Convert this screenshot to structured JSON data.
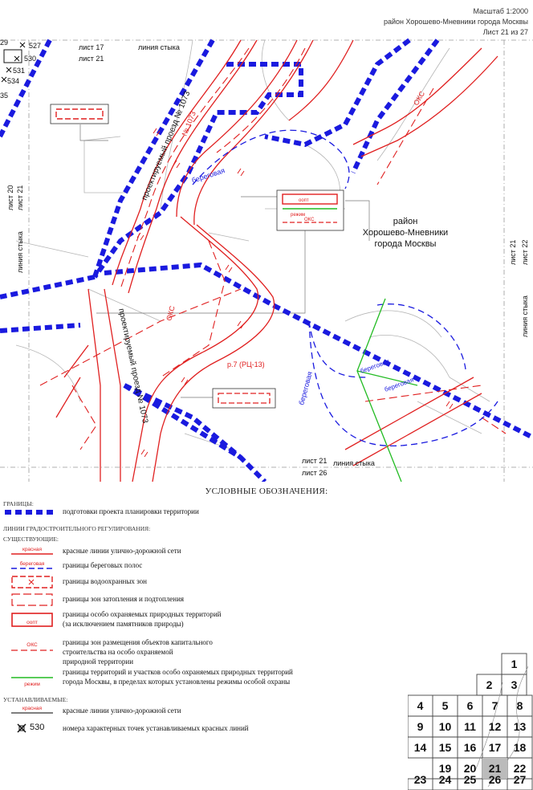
{
  "header": {
    "scale": "Масштаб 1:2000",
    "district": "район Хорошево-Мневники города Москвы",
    "sheet": "Лист 21 из 27"
  },
  "map": {
    "sheet_top": "лист 17",
    "sheet_current_top": "лист 21",
    "junction_top": "линия стыка",
    "sheet_left_a": "лист 20",
    "sheet_left_b": "лист 21",
    "junction_left": "линия стыка",
    "sheet_right_a": "лист 21",
    "sheet_right_b": "лист 22",
    "junction_right": "линия стыка",
    "sheet_bottom_a": "лист 21",
    "sheet_bottom_b": "лист 26",
    "junction_bottom": "линия стыка",
    "point_527": "527",
    "point_530": "530",
    "point_531": "531",
    "point_534": "534",
    "point_29": "29",
    "point_35": "35",
    "road_label_top": "проектируемый проезд № 1073",
    "road_label_top_dup": "№ 1073",
    "road_label_bottom": "проектируемый проезд № 1073",
    "oks_1": "ОКС",
    "oks_2": "ОКС",
    "shore_1": "береговая",
    "shore_2": "береговая",
    "shore_3": "береговая",
    "shore_4": "береговая",
    "river": "р.7 (РЦ-13)",
    "district_1": "район",
    "district_2": "Хорошево-Мневники",
    "district_3": "города Москвы",
    "inset_oopt": "оопт",
    "inset_regime": "режим",
    "inset_oks": "ОКС",
    "colors": {
      "red": "#e02020",
      "blue": "#1a1adf",
      "green": "#22bb22",
      "grey": "#a8a8a8"
    }
  },
  "legend": {
    "title": "УСЛОВНЫЕ ОБОЗНАЧЕНИЯ:",
    "boundaries": "ГРАНИЦЫ:",
    "planning": "подготовки проекта планировки территории",
    "regulation": "ЛИНИИ ГРАДОСТРОИТЕЛЬНОГО РЕГУЛИРОВАНИЯ:",
    "existing": "СУЩЕСТВУЮЩИЕ:",
    "sym_red": "красная",
    "red_lines": "красные линии улично-дорожной сети",
    "sym_shore": "береговая",
    "shore_lines": "границы береговых полос",
    "water": "границы водоохранных зон",
    "flood": "границы зон затопления и подтопления",
    "sym_oopt": "оопт",
    "oopt_1": "границы особо охраняемых природных территорий",
    "oopt_2": "(за исключением памятников природы)",
    "sym_oks": "ОКС",
    "oks_1": "границы зон размещения объектов капитального",
    "oks_2": "строительства на особо охраняемой",
    "oks_3": "природной территории",
    "sym_regime": "режим",
    "regime_1": "границы территорий и участков особо охраняемых природных территорий",
    "regime_2": "города Москвы, в пределах которых установлены режимы особой охраны",
    "established": "УСТАНАВЛИВАЕМЫЕ:",
    "sym_red2": "красная",
    "red_lines_2": "красные линии улично-дорожной сети",
    "point_num": "530",
    "points": "номера характерных точек устанавливаемых красных линий"
  },
  "index_grid": {
    "cells": [
      "1",
      "2",
      "3",
      "4",
      "5",
      "6",
      "7",
      "8",
      "9",
      "10",
      "11",
      "12",
      "13",
      "14",
      "15",
      "16",
      "17",
      "18",
      "19",
      "20",
      "21",
      "22",
      "23",
      "24",
      "25",
      "26",
      "27"
    ],
    "current": "21"
  }
}
